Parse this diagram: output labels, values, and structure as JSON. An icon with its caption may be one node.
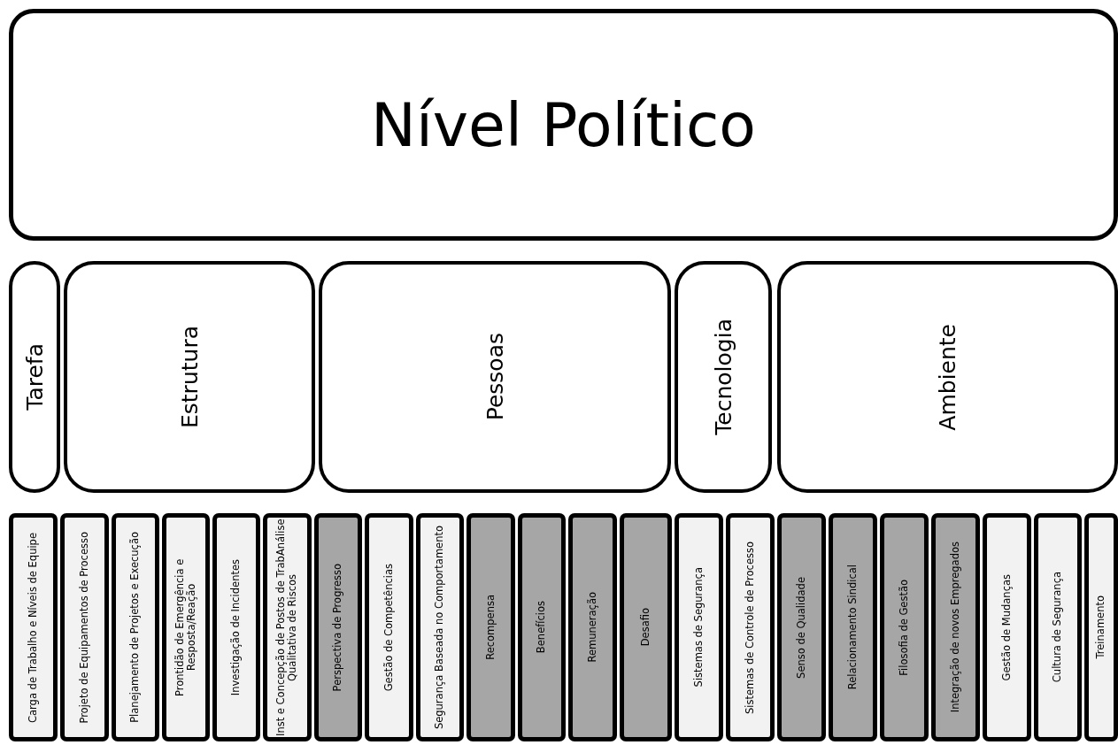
{
  "diagram": {
    "nodes": [
      {
        "text": [
          "Nível Político"
        ]
      },
      {
        "text": [
          "Tarefa"
        ]
      },
      {
        "text": [
          "Estrutura"
        ]
      },
      {
        "text": [
          "Pessoas"
        ]
      },
      {
        "text": [
          "Tecnologia"
        ]
      },
      {
        "text": [
          "Ambiente"
        ]
      },
      {
        "text": [
          "Carga de Trabalho e Níveis de Equipe"
        ]
      },
      {
        "text": [
          "Projeto de Equipamentos de Processo"
        ]
      },
      {
        "text": [
          "Planejamento de Projetos e Execução"
        ]
      },
      {
        "text": [
          "Prontidão de Emergência e Resposta/Reação"
        ]
      },
      {
        "text": [
          "Investigação de Incidentes"
        ]
      },
      {
        "text": [
          "Inst e Concepção de Postos de TrabAnálise Qualitativa de Riscos"
        ]
      },
      {
        "text": [
          "Perspectiva de Progresso"
        ]
      },
      {
        "text": [
          "Gestão de Competências"
        ]
      },
      {
        "text": [
          "Segurança Baseada no Comportamento"
        ]
      },
      {
        "text": [
          "Recompensa"
        ]
      },
      {
        "text": [
          "Benefícios"
        ]
      },
      {
        "text": [
          "Remuneração"
        ]
      },
      {
        "text": [
          "Desafio"
        ]
      },
      {
        "text": [
          "Sistemas de Segurança"
        ]
      },
      {
        "text": [
          "Sistemas de Controle de Processo"
        ]
      },
      {
        "text": [
          "Senso de Qualidade"
        ]
      },
      {
        "text": [
          "Relacionamento Sindical"
        ]
      },
      {
        "text": [
          "Filosofia de Gestão"
        ]
      },
      {
        "text": [
          "Integração de novos Empregados"
        ]
      },
      {
        "text": [
          "Gestão de Mudanças"
        ]
      },
      {
        "text": [
          "Cultura de Segurança"
        ]
      },
      {
        "text": [
          "Treinamento"
        ]
      }
    ]
  }
}
